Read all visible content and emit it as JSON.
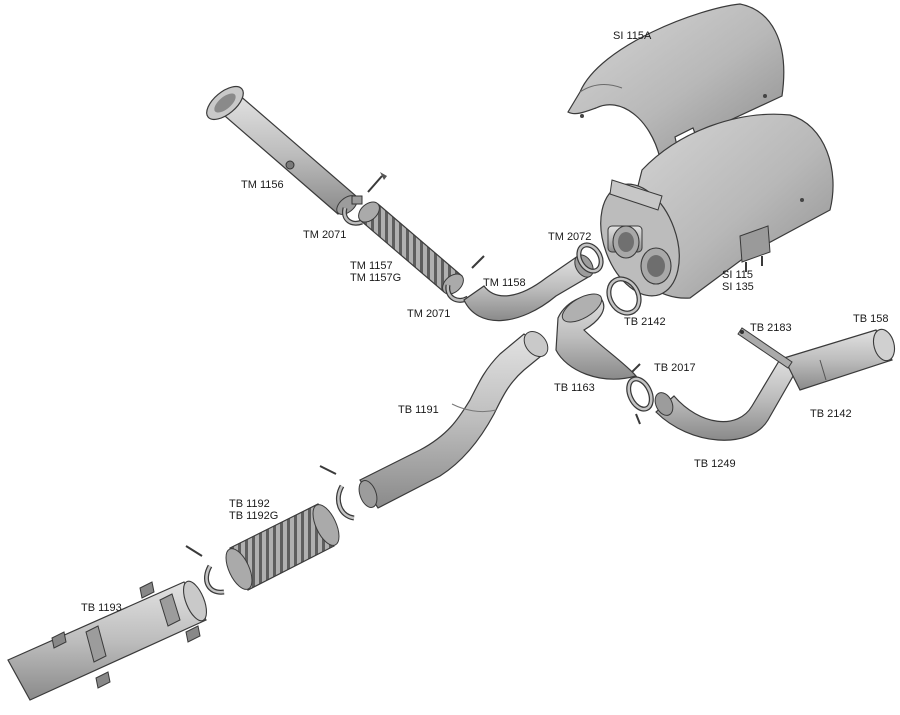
{
  "labels": {
    "si115a": "SI 115A",
    "tm1156": "TM 1156",
    "tm2071_top": "TM 2071",
    "tm1157": "TM 1157",
    "tm1157g": "TM 1157G",
    "tm1158": "TM 1158",
    "tm2071_bottom": "TM 2071",
    "tm2072": "TM 2072",
    "si115": "SI 115",
    "si135": "SI 135",
    "tb2142_top": "TB 2142",
    "tb2183": "TB 2183",
    "tb158": "TB 158",
    "tb1163": "TB 1163",
    "tb2017": "TB 2017",
    "tb2142_bottom": "TB 2142",
    "tb1249": "TB 1249",
    "tb1191": "TB 1191",
    "tb1192": "TB 1192",
    "tb1192g": "TB 1192G",
    "tb1193": "TB 1193"
  },
  "colors": {
    "metal_light": "#d4d4d4",
    "metal_mid": "#b4b4b4",
    "metal_dark": "#8e8e8e",
    "outline": "#3a3a3a",
    "text": "#1a1a1a"
  }
}
